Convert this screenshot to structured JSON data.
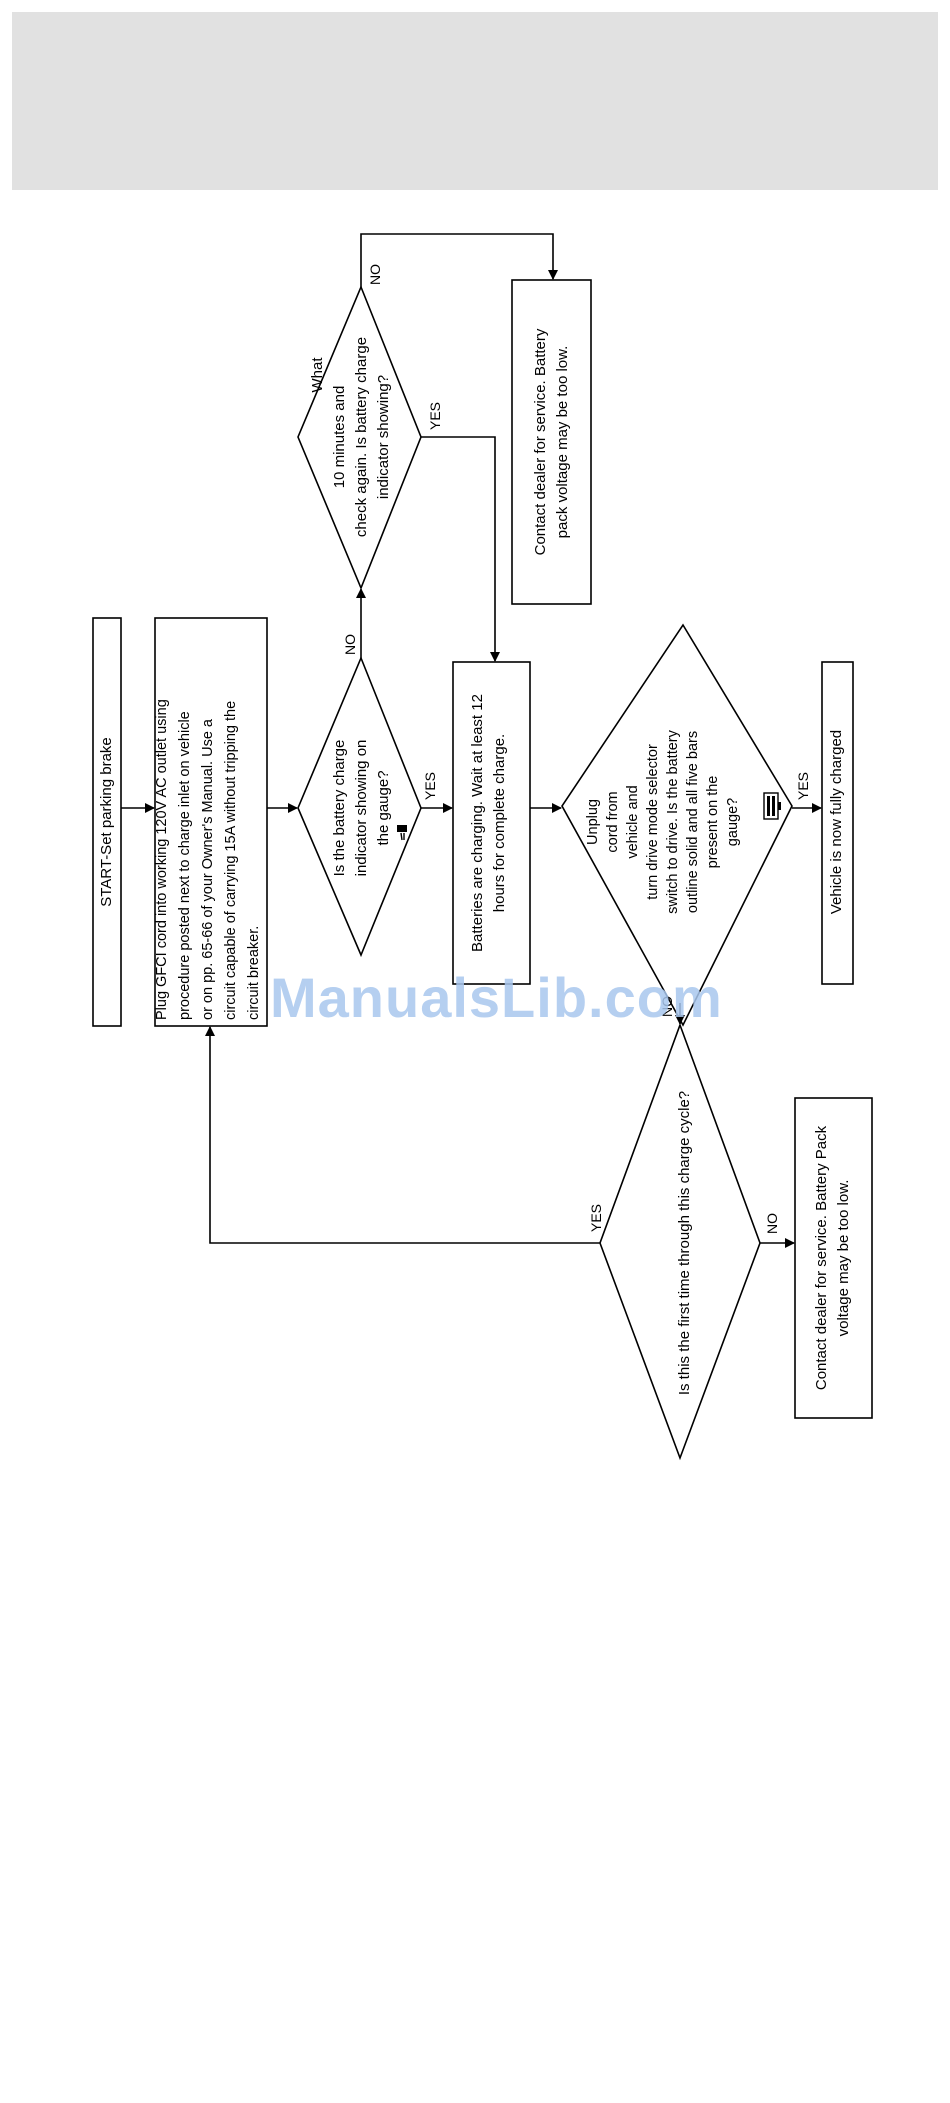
{
  "flowchart": {
    "start": "START-Set parking brake",
    "plug": [
      "Plug GFCI cord into working 120V AC outlet using",
      "procedure posted next to charge inlet on vehicle",
      "or on pp. 65-66 of your Owner's Manual. Use a",
      "circuit capable of carrying 15A without tripping the",
      "circuit breaker."
    ],
    "indicator_question": [
      "Is the battery charge",
      "indicator showing on",
      "the gauge?"
    ],
    "wait_question": [
      "What",
      "10 minutes and",
      "check again. Is battery charge",
      "indicator showing?"
    ],
    "dealer_top": [
      "Contact dealer for service. Battery",
      "pack voltage may be too low."
    ],
    "charging": [
      "Batteries are charging. Wait at least 12",
      "hours for complete charge."
    ],
    "unplug_question": [
      "Unplug",
      "cord from",
      "vehicle and",
      "turn drive mode selector",
      "switch to drive. Is the battery",
      "outline solid and all five bars",
      "present on the",
      "gauge?"
    ],
    "fully_charged": "Vehicle is now fully charged",
    "first_time_question": "Is this the first time through this charge cycle?",
    "dealer_bottom": [
      "Contact dealer for service. Battery Pack",
      "voltage may be too low."
    ],
    "labels": {
      "yes": "YES",
      "no": "NO"
    }
  },
  "watermark": "ManualsLib.com",
  "colors": {
    "header_band": "#e1e1e1",
    "line": "#000000",
    "watermark": "#a9c7ee"
  }
}
